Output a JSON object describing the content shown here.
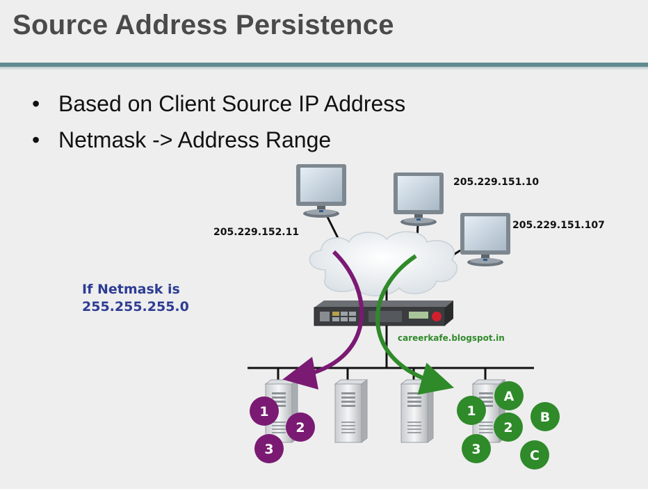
{
  "slide": {
    "title": "Source Address Persistence",
    "bullets": [
      "Based on Client Source IP Address",
      "Netmask  ->  Address Range"
    ]
  },
  "clients": {
    "left_ip": "205.229.152.11",
    "middle_ip": "205.229.151.10",
    "right_ip": "205.229.151.107"
  },
  "netmask_note": {
    "line1": "If Netmask is",
    "line2": "255.255.255.0"
  },
  "watermark": "careerkafe.blogspot.in",
  "connections": {
    "purple_group": [
      "1",
      "2",
      "3"
    ],
    "green_group": [
      "1",
      "2",
      "3",
      "A",
      "B",
      "C"
    ]
  },
  "colors": {
    "purple": "#7a1a73",
    "green": "#2f8a2a",
    "teal_rule": "#5f8a90",
    "netmask_text": "#2d3c94"
  },
  "icons": [
    "monitor-icon",
    "cloud-icon",
    "load-balancer-icon",
    "server-icon"
  ]
}
